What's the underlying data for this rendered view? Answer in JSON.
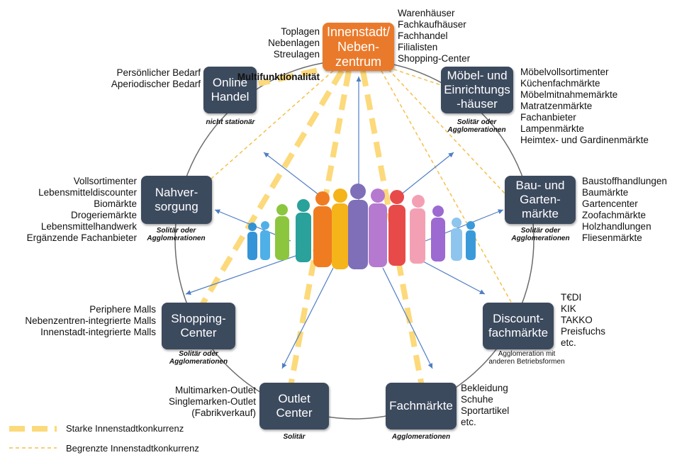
{
  "nodes": {
    "center": "Innenstadt/\nNeben-\nzentrum",
    "online": "Online\nHandel",
    "moebel": "Möbel- und\nEinrichtungs\n-häuser",
    "nahversorgung": "Nahver-\nsorgung",
    "bau": "Bau- und\nGarten-\nmärkte",
    "shopping": "Shopping-\nCenter",
    "discount": "Discount-\nfachmärkte",
    "outlet": "Outlet\nCenter",
    "fachmaerkte": "Fachmärkte"
  },
  "lists": {
    "center_left": "Toplagen\nNebenlagen\nStreulagen",
    "center_left_bold": "Multifunktionalität",
    "center_right": "Warenhäuser\nFachkaufhäuser\nFachhandel\nFilialisten\nShopping-Center",
    "online": "Persönlicher Bedarf\nAperiodischer Bedarf",
    "moebel": "Möbelvollsortimenter\nKüchenfachmärkte\nMöbelmitnahmemärkte\nMatratzenmärkte\nFachanbieter\nLampenmärkte\nHeimtex- und Gardinenmärkte",
    "nahversorgung": "Vollsortimenter\nLebensmitteldiscounter\nBiomärkte\nDrogeriemärkte\nLebensmittelhandwerk\nErgänzende Fachanbieter",
    "bau": "Baustoffhandlungen\nBaumärkte\nGartencenter\nZoofachmärkte\nHolzhandlungen\nFliesenmärkte",
    "shopping": "Periphere Malls\nNebenzentren-integrierte Malls\nInnenstadt-integrierte Malls",
    "discount": "T€DI\nKIK\nTAKKO\nPreisfuchs\netc.",
    "outlet": "Multimarken-Outlet\nSinglemarken-Outlet\n(Fabrikverkauf)",
    "fachmaerkte": "Bekleidung\nSchuhe\nSportartikel\netc."
  },
  "notes": {
    "online": "nicht stationär",
    "moebel": "Solitär oder\nAgglomerationen",
    "nahversorgung": "Solitär oder\nAgglomerationen",
    "bau": "Solitär oder\nAgglomerationen",
    "shopping": "Solitär oder\nAgglomerationen",
    "discount": "Agglomeration mit\nanderen Betriebsformen",
    "outlet": "Solitär",
    "fachmaerkte": "Agglomerationen"
  },
  "legend": {
    "strong": "Starke Innenstadtkonkurrenz",
    "limited": "Begrenzte Innenstadtkonkurrenz"
  },
  "colors": {
    "node": "#3c4a5e",
    "center": "#ea7a2b",
    "dash": "#fcd97a",
    "arrow": "#4f7ec4",
    "circle": "#6b6b6b"
  }
}
